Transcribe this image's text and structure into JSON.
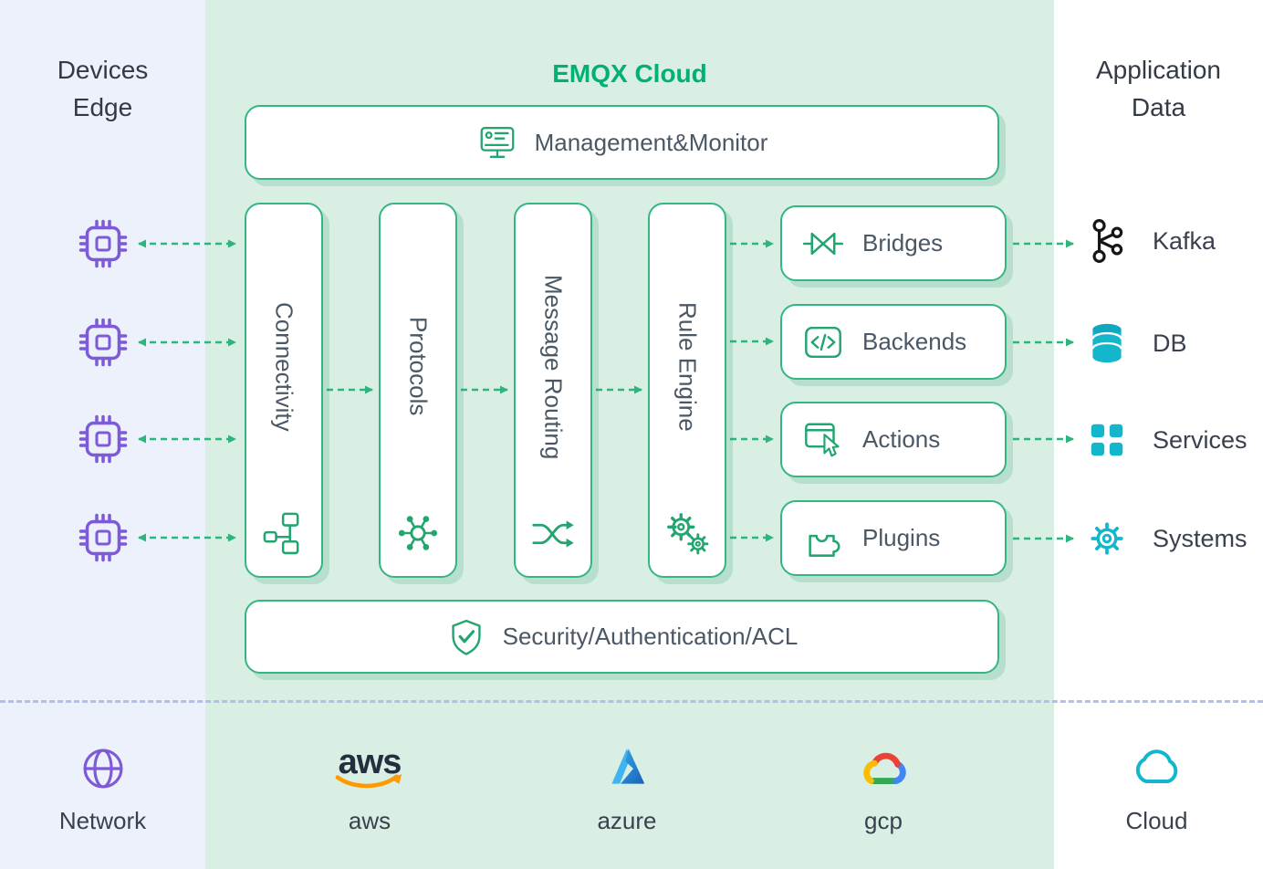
{
  "left_panel": {
    "title_line1": "Devices",
    "title_line2": "Edge",
    "network_label": "Network"
  },
  "cloud_panel": {
    "title": "EMQX Cloud",
    "management_label": "Management&Monitor",
    "pipeline_columns": [
      {
        "label": "Connectivity"
      },
      {
        "label": "Protocols"
      },
      {
        "label": "Message Routing"
      },
      {
        "label": "Rule Engine"
      }
    ],
    "service_boxes": [
      {
        "label": "Bridges"
      },
      {
        "label": "Backends"
      },
      {
        "label": "Actions"
      },
      {
        "label": "Plugins"
      }
    ],
    "security_label": "Security/Authentication/ACL",
    "providers": [
      {
        "label": "aws"
      },
      {
        "label": "azure"
      },
      {
        "label": "gcp"
      }
    ]
  },
  "right_panel": {
    "title_line1": "Application",
    "title_line2": "Data",
    "targets": [
      {
        "label": "Kafka"
      },
      {
        "label": "DB"
      },
      {
        "label": "Services"
      },
      {
        "label": "Systems"
      }
    ],
    "cloud_label": "Cloud"
  },
  "colors": {
    "accent_green": "#23a56f",
    "border_green": "#34b683",
    "title_green": "#00b173",
    "panel_green": "#d9efe4",
    "panel_blue": "#edf1fb",
    "purple": "#7d5bd8",
    "teal": "#14b6cc",
    "kafka_black": "#161616",
    "aws_orange": "#ff9900",
    "azure_blue": "#2b8de0",
    "gcp_red": "#EA4335",
    "gcp_yellow": "#FBBC05",
    "gcp_green": "#34A853",
    "gcp_blue": "#4285F4",
    "divider_blue": "#b3bfe9"
  },
  "icons": {
    "management-monitor-icon": "monitor dashboard",
    "connectivity-icon": "linked nodes",
    "protocols-icon": "hub and spokes",
    "message-routing-icon": "shuffle arrows",
    "rule-engine-icon": "gears",
    "bridges-icon": "bridge bowtie",
    "backends-icon": "code panel </>",
    "actions-icon": "cursor on window",
    "plugins-icon": "puzzle piece",
    "security-icon": "shield with check",
    "device-chip-icon": "microchip",
    "network-icon": "globe",
    "kafka-icon": "kafka circle chain",
    "db-icon": "database cylinder",
    "services-icon": "four squares",
    "systems-icon": "gear",
    "cloud-icon": "cloud outline",
    "aws-logo": "aws smile arrow",
    "azure-logo": "blue triangle A",
    "gcp-logo": "multicolor cloud"
  }
}
